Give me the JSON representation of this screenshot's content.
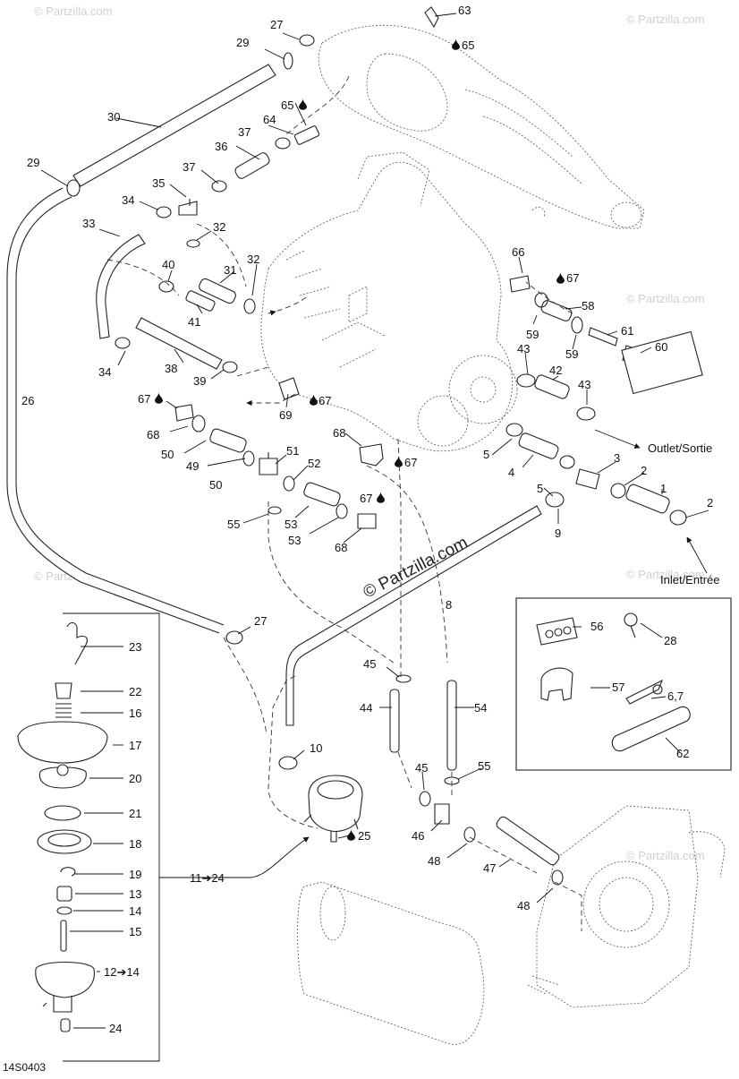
{
  "diagram": {
    "code": "14S0403",
    "copyright": "© Partzilla.com",
    "watermark": "© Partzilla.com",
    "outlet_label": "Outlet/Sortie",
    "inlet_label": "Inlet/Entrée"
  },
  "callouts": [
    {
      "id": "c1",
      "text": "1"
    },
    {
      "id": "c2a",
      "text": "2"
    },
    {
      "id": "c2b",
      "text": "2"
    },
    {
      "id": "c3",
      "text": "3"
    },
    {
      "id": "c4",
      "text": "4"
    },
    {
      "id": "c5a",
      "text": "5"
    },
    {
      "id": "c5b",
      "text": "5"
    },
    {
      "id": "c8",
      "text": "8"
    },
    {
      "id": "c9",
      "text": "9"
    },
    {
      "id": "c10",
      "text": "10"
    },
    {
      "id": "c25",
      "text": "25"
    },
    {
      "id": "c26",
      "text": "26"
    },
    {
      "id": "c27a",
      "text": "27"
    },
    {
      "id": "c27b",
      "text": "27"
    },
    {
      "id": "c29a",
      "text": "29"
    },
    {
      "id": "c29b",
      "text": "29"
    },
    {
      "id": "c30",
      "text": "30"
    },
    {
      "id": "c31",
      "text": "31"
    },
    {
      "id": "c32a",
      "text": "32"
    },
    {
      "id": "c32b",
      "text": "32"
    },
    {
      "id": "c33",
      "text": "33"
    },
    {
      "id": "c34a",
      "text": "34"
    },
    {
      "id": "c34b",
      "text": "34"
    },
    {
      "id": "c35",
      "text": "35"
    },
    {
      "id": "c36",
      "text": "36"
    },
    {
      "id": "c37a",
      "text": "37"
    },
    {
      "id": "c37b",
      "text": "37"
    },
    {
      "id": "c38",
      "text": "38"
    },
    {
      "id": "c39",
      "text": "39"
    },
    {
      "id": "c40",
      "text": "40"
    },
    {
      "id": "c41",
      "text": "41"
    },
    {
      "id": "c42",
      "text": "42"
    },
    {
      "id": "c43a",
      "text": "43"
    },
    {
      "id": "c43b",
      "text": "43"
    },
    {
      "id": "c44",
      "text": "44"
    },
    {
      "id": "c45a",
      "text": "45"
    },
    {
      "id": "c45b",
      "text": "45"
    },
    {
      "id": "c46",
      "text": "46"
    },
    {
      "id": "c47",
      "text": "47"
    },
    {
      "id": "c48a",
      "text": "48"
    },
    {
      "id": "c48b",
      "text": "48"
    },
    {
      "id": "c49",
      "text": "49"
    },
    {
      "id": "c50a",
      "text": "50"
    },
    {
      "id": "c50b",
      "text": "50"
    },
    {
      "id": "c51",
      "text": "51"
    },
    {
      "id": "c52",
      "text": "52"
    },
    {
      "id": "c53a",
      "text": "53"
    },
    {
      "id": "c53b",
      "text": "53"
    },
    {
      "id": "c54",
      "text": "54"
    },
    {
      "id": "c55a",
      "text": "55"
    },
    {
      "id": "c55b",
      "text": "55"
    },
    {
      "id": "c58",
      "text": "58"
    },
    {
      "id": "c59a",
      "text": "59"
    },
    {
      "id": "c59b",
      "text": "59"
    },
    {
      "id": "c60",
      "text": "60"
    },
    {
      "id": "c61",
      "text": "61"
    },
    {
      "id": "c63",
      "text": "63"
    },
    {
      "id": "c64",
      "text": "64"
    },
    {
      "id": "c65a",
      "text": "65"
    },
    {
      "id": "c65b",
      "text": "65"
    },
    {
      "id": "c66",
      "text": "66"
    },
    {
      "id": "c67a",
      "text": "67"
    },
    {
      "id": "c67b",
      "text": "67"
    },
    {
      "id": "c67c",
      "text": "67"
    },
    {
      "id": "c67d",
      "text": "67"
    },
    {
      "id": "c67e",
      "text": "67"
    },
    {
      "id": "c68a",
      "text": "68"
    },
    {
      "id": "c68b",
      "text": "68"
    },
    {
      "id": "c68c",
      "text": "68"
    },
    {
      "id": "c69",
      "text": "69"
    },
    {
      "id": "k56",
      "text": "56"
    },
    {
      "id": "k28",
      "text": "28"
    },
    {
      "id": "k57",
      "text": "57"
    },
    {
      "id": "k67",
      "text": "6,7"
    },
    {
      "id": "k62",
      "text": "62"
    },
    {
      "id": "e23",
      "text": "23"
    },
    {
      "id": "e22",
      "text": "22"
    },
    {
      "id": "e16",
      "text": "16"
    },
    {
      "id": "e17",
      "text": "17"
    },
    {
      "id": "e20",
      "text": "20"
    },
    {
      "id": "e21",
      "text": "21"
    },
    {
      "id": "e18",
      "text": "18"
    },
    {
      "id": "e19",
      "text": "19"
    },
    {
      "id": "e13",
      "text": "13"
    },
    {
      "id": "e14",
      "text": "14"
    },
    {
      "id": "e15",
      "text": "15"
    },
    {
      "id": "e1214",
      "text": "12➔14"
    },
    {
      "id": "e24",
      "text": "24"
    },
    {
      "id": "e1124",
      "text": "11➔24"
    }
  ],
  "icons": {
    "sealant": "sealant-drop-icon",
    "arrow": "arrow-icon"
  }
}
